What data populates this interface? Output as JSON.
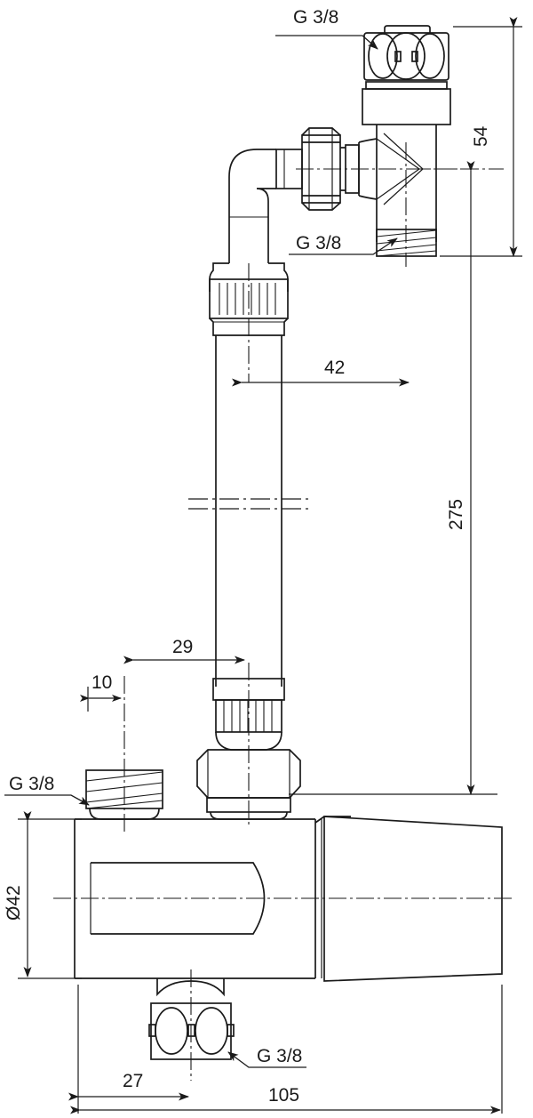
{
  "drawing": {
    "title": "Technical dimension drawing - angle valve with riser pipe and cylindrical body",
    "background_color": "#ffffff",
    "line_color": "#1a1a1a",
    "units": "mm"
  },
  "labels": {
    "thread_top": "G 3/8",
    "thread_mid": "G 3/8",
    "thread_left": "G 3/8",
    "thread_bottom": "G 3/8"
  },
  "dimensions": {
    "height_54": "54",
    "offset_42": "42",
    "height_275": "275",
    "offset_29": "29",
    "offset_10": "10",
    "diameter_42": "Ø42",
    "offset_27": "27",
    "length_105": "105"
  }
}
